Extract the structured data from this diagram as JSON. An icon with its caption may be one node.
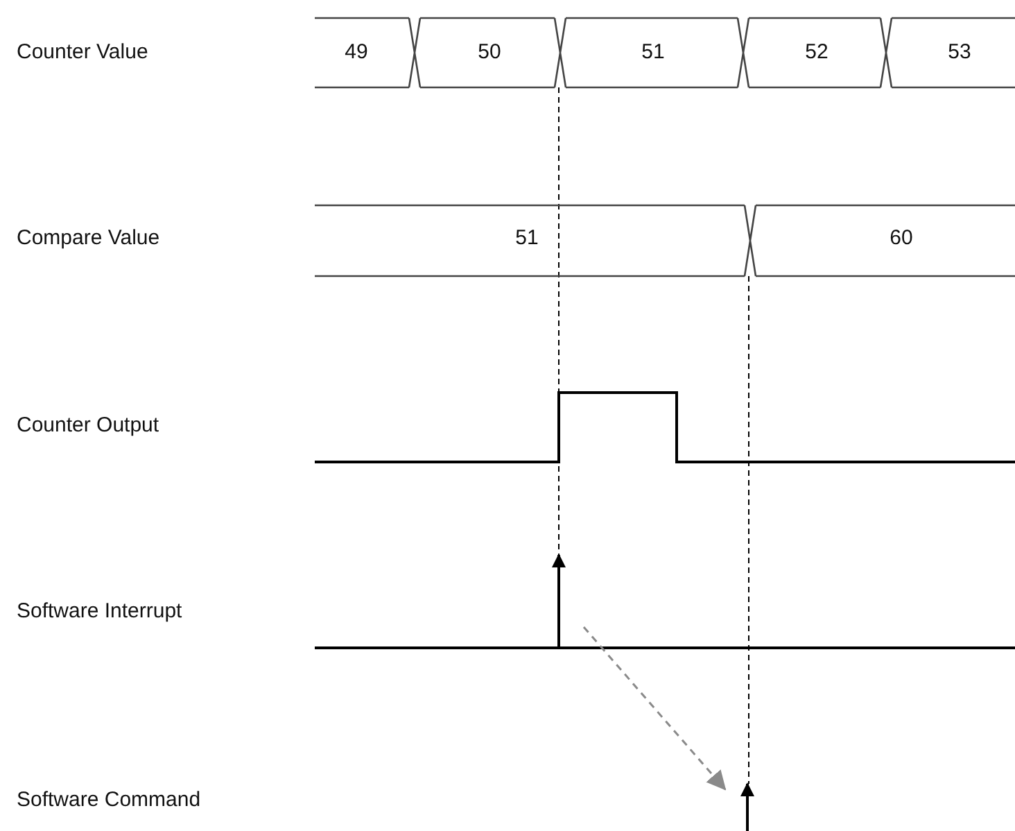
{
  "diagram": {
    "labels": [
      "Counter Value",
      "49",
      "50",
      "51",
      "52",
      "53",
      "Compare Value",
      "51",
      "60",
      "Counter Output",
      "Software Interrupt",
      "Software Command"
    ]
  }
}
